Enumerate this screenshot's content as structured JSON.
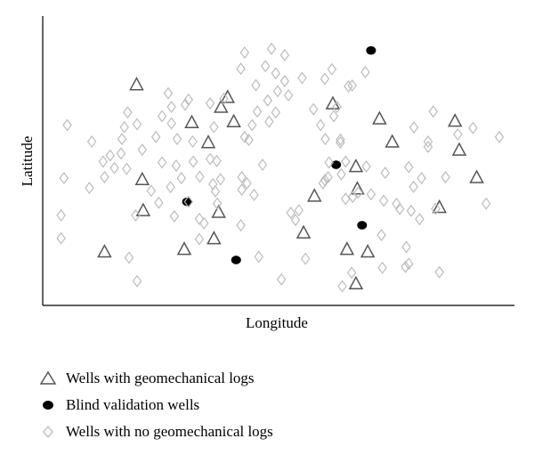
{
  "chart_data": {
    "type": "scatter",
    "title": "",
    "xlabel": "Longitude",
    "ylabel": "Latitude",
    "xlim": [
      0,
      100
    ],
    "ylim": [
      0,
      100
    ],
    "grid": false,
    "legend_position": "bottom-left",
    "series": [
      {
        "name": "Wells with geomechanical logs",
        "marker": "triangle",
        "color": "#555555",
        "points": [
          [
            19.9,
            76.4
          ],
          [
            21.3,
            32.9
          ],
          [
            13.1,
            18.6
          ],
          [
            21.1,
            43.6
          ],
          [
            31.6,
            63.3
          ],
          [
            37.8,
            68.6
          ],
          [
            35.1,
            56.4
          ],
          [
            39.2,
            72.0
          ],
          [
            40.5,
            63.6
          ],
          [
            37.3,
            32.3
          ],
          [
            36.3,
            23.2
          ],
          [
            30.0,
            19.5
          ],
          [
            57.6,
            37.9
          ],
          [
            55.3,
            25.2
          ],
          [
            61.5,
            69.8
          ],
          [
            66.4,
            48.1
          ],
          [
            66.7,
            40.4
          ],
          [
            64.5,
            19.5
          ],
          [
            66.4,
            7.6
          ],
          [
            71.4,
            64.6
          ],
          [
            68.9,
            18.6
          ],
          [
            74.1,
            56.6
          ],
          [
            87.4,
            63.8
          ],
          [
            88.3,
            53.8
          ],
          [
            92.0,
            44.3
          ],
          [
            84.1,
            34.0
          ]
        ]
      },
      {
        "name": "Blind validation wells",
        "marker": "circle",
        "color": "#000000",
        "points": [
          [
            69.6,
            88.1
          ],
          [
            62.2,
            48.6
          ],
          [
            30.6,
            35.8
          ],
          [
            67.7,
            27.7
          ],
          [
            41.0,
            15.7
          ]
        ]
      },
      {
        "name": "Wells with no geomechanical logs",
        "marker": "diamond",
        "color": "#bbbbbb",
        "points": [
          [
            5.2,
            62.3
          ],
          [
            10.4,
            56.6
          ],
          [
            4.5,
            44.0
          ],
          [
            9.9,
            40.6
          ],
          [
            13.1,
            44.3
          ],
          [
            15.2,
            47.5
          ],
          [
            16.6,
            52.5
          ],
          [
            16.8,
            57.5
          ],
          [
            17.3,
            61.6
          ],
          [
            18.0,
            66.7
          ],
          [
            20.0,
            62.6
          ],
          [
            24.0,
            58.2
          ],
          [
            25.3,
            65.4
          ],
          [
            26.6,
            73.3
          ],
          [
            27.3,
            62.9
          ],
          [
            28.5,
            57.5
          ],
          [
            27.3,
            68.6
          ],
          [
            30.2,
            69.4
          ],
          [
            31.8,
            56.6
          ],
          [
            30.9,
            71.1
          ],
          [
            35.5,
            69.8
          ],
          [
            36.3,
            61.6
          ],
          [
            38.4,
            71.4
          ],
          [
            43.7,
            57.2
          ],
          [
            44.4,
            62.3
          ],
          [
            45.2,
            76.1
          ],
          [
            45.5,
            67.0
          ],
          [
            48.0,
            63.5
          ],
          [
            47.7,
            70.8
          ],
          [
            49.4,
            66.7
          ],
          [
            49.4,
            80.2
          ],
          [
            49.8,
            74.0
          ],
          [
            51.3,
            77.5
          ],
          [
            51.3,
            86.5
          ],
          [
            52.1,
            72.6
          ],
          [
            55.0,
            78.6
          ],
          [
            42.0,
            81.8
          ],
          [
            47.2,
            82.7
          ],
          [
            48.5,
            88.7
          ],
          [
            42.8,
            87.4
          ],
          [
            35.5,
            50.6
          ],
          [
            36.1,
            41.9
          ],
          [
            28.3,
            48.3
          ],
          [
            25.3,
            49.4
          ],
          [
            21.1,
            53.8
          ],
          [
            23.0,
            39.6
          ],
          [
            24.6,
            35.5
          ],
          [
            19.7,
            31.1
          ],
          [
            27.9,
            30.8
          ],
          [
            33.2,
            29.9
          ],
          [
            42.0,
            27.7
          ],
          [
            37.0,
            35.2
          ],
          [
            42.2,
            44.3
          ],
          [
            46.6,
            48.6
          ],
          [
            43.3,
            42.2
          ],
          [
            59.4,
            42.2
          ],
          [
            58.9,
            62.3
          ],
          [
            61.7,
            65.4
          ],
          [
            59.9,
            57.5
          ],
          [
            63.1,
            56.3
          ],
          [
            63.1,
            57.3
          ],
          [
            60.7,
            49.4
          ],
          [
            64.2,
            36.8
          ],
          [
            66.9,
            39.0
          ],
          [
            72.3,
            36.2
          ],
          [
            75.7,
            33.3
          ],
          [
            78.1,
            32.7
          ],
          [
            79.9,
            29.8
          ],
          [
            83.3,
            33.4
          ],
          [
            85.4,
            44.3
          ],
          [
            80.3,
            44.0
          ],
          [
            78.6,
            41.0
          ],
          [
            77.6,
            47.8
          ],
          [
            72.6,
            45.8
          ],
          [
            68.6,
            48.0
          ],
          [
            75.0,
            35.1
          ],
          [
            81.7,
            54.8
          ],
          [
            81.7,
            56.6
          ],
          [
            88.0,
            59.1
          ],
          [
            96.8,
            58.2
          ],
          [
            94.0,
            35.2
          ],
          [
            91.2,
            61.3
          ],
          [
            82.8,
            67.0
          ],
          [
            78.7,
            61.5
          ],
          [
            62.4,
            68.6
          ],
          [
            57.4,
            67.8
          ],
          [
            59.8,
            78.3
          ],
          [
            61.3,
            81.6
          ],
          [
            68.4,
            80.6
          ],
          [
            64.8,
            75.7
          ],
          [
            65.6,
            76.0
          ],
          [
            42.8,
            58.2
          ],
          [
            36.9,
            49.9
          ],
          [
            33.3,
            44.5
          ],
          [
            36.6,
            39.4
          ],
          [
            30.9,
            35.8
          ],
          [
            27.1,
            40.9
          ],
          [
            29.4,
            44.0
          ],
          [
            37.7,
            43.6
          ],
          [
            42.2,
            40.0
          ],
          [
            44.8,
            38.2
          ],
          [
            31.9,
            49.7
          ],
          [
            12.8,
            49.7
          ],
          [
            14.3,
            51.8
          ],
          [
            17.8,
            47.2
          ],
          [
            3.9,
            31.1
          ],
          [
            3.9,
            23.2
          ],
          [
            18.3,
            16.5
          ],
          [
            20.0,
            8.4
          ],
          [
            34.2,
            28.4
          ],
          [
            33.2,
            22.9
          ],
          [
            45.8,
            16.8
          ],
          [
            50.6,
            9.0
          ],
          [
            52.6,
            32.0
          ],
          [
            53.6,
            29.5
          ],
          [
            55.7,
            16.1
          ],
          [
            71.8,
            24.3
          ],
          [
            72.0,
            13.0
          ],
          [
            76.9,
            13.3
          ],
          [
            77.1,
            20.2
          ],
          [
            77.6,
            14.4
          ],
          [
            84.1,
            11.5
          ],
          [
            63.5,
            6.6
          ],
          [
            65.5,
            11.3
          ],
          [
            65.7,
            37.5
          ],
          [
            69.6,
            38.4
          ],
          [
            59.8,
            43.3
          ],
          [
            63.3,
            45.3
          ],
          [
            64.2,
            49.7
          ],
          [
            60.5,
            44.3
          ],
          [
            54.3,
            32.9
          ]
        ]
      }
    ]
  },
  "legend": {
    "items": [
      {
        "label": "Wells with geomechanical logs"
      },
      {
        "label": "Blind validation wells"
      },
      {
        "label": "Wells with no geomechanical logs"
      }
    ]
  }
}
